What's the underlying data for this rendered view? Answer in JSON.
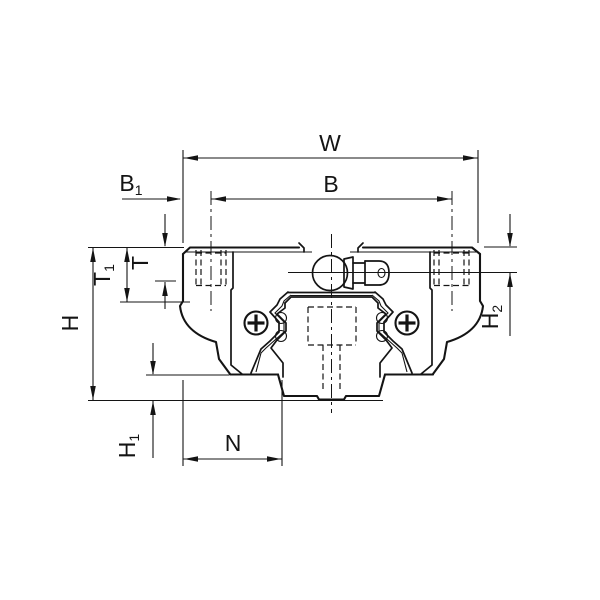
{
  "drawing": {
    "kind": "linear-guide-block-cross-section-dimension-drawing",
    "colors": {
      "line": "#141414",
      "background": "#ffffff"
    },
    "dims": {
      "W": {
        "text": "W"
      },
      "B": {
        "text": "B"
      },
      "B1": {
        "main": "B",
        "sub": "1"
      },
      "T": {
        "text": "T"
      },
      "T1": {
        "main": "T",
        "sub": "1"
      },
      "H": {
        "text": "H"
      },
      "H1": {
        "main": "H",
        "sub": "1"
      },
      "H2": {
        "main": "H",
        "sub": "2"
      },
      "N": {
        "text": "N"
      }
    }
  }
}
